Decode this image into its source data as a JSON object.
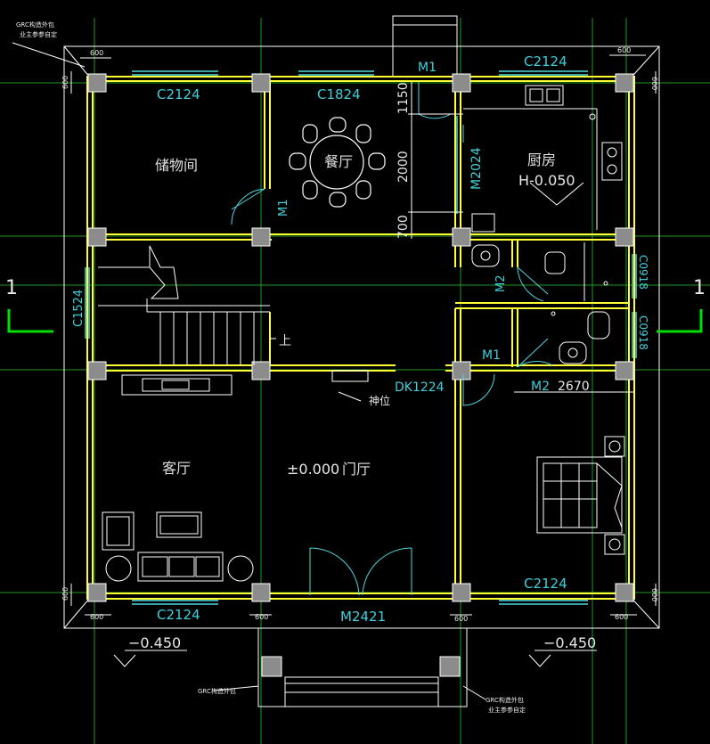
{
  "colors": {
    "background": "#000000",
    "wall": "#ffff33",
    "column": "#9a9a9a",
    "window": "#4fd8e0",
    "grid": "#1f9a1f",
    "axis_marker": "#00e000",
    "furniture": "#ffffff",
    "dimension": "#ffffff",
    "label_cyan": "#3fd0dc",
    "label_white": "#e8e8e8"
  },
  "notes": {
    "top_left_line1": "GRC构造外包",
    "top_left_line2": "业主参参自定",
    "bottom_left": "GRC构造外包",
    "bottom_right_line1": "GRC构造外包",
    "bottom_right_line2": "业主参参自定"
  },
  "rooms": {
    "storage": "储物间",
    "dining": "餐厅",
    "kitchen": "厨房",
    "kitchen_elev": "H-0.050",
    "living": "客厅",
    "hall_elev": "±0.000",
    "hall": "门厅",
    "shrine": "神位",
    "stair_up": "上"
  },
  "openings": {
    "c2124_top_left": "C2124",
    "c1824": "C1824",
    "m1_top": "M1",
    "c2124_top_right": "C2124",
    "m1_storage": "M1",
    "m2024": "M2024",
    "c1524": "C1524",
    "m2_toilet": "M2",
    "c0918_upper": "C0918",
    "c0918_lower": "C0918",
    "m1_bath": "M1",
    "dk1224": "DK1224",
    "m2_bedroom": "M2",
    "c2124_bottom_right": "C2124",
    "c2124_bottom_left": "C2124",
    "m2421": "M2421"
  },
  "dims": {
    "d1150": "1150",
    "d2000": "2000",
    "d700": "700",
    "d2670": "2670",
    "d600_tl_h": "600",
    "d600_tl_v": "600",
    "d600_tr_h": "600",
    "d600_tr_v": "600",
    "d600_bl_v": "600",
    "d600_bl_h": "600",
    "d600_bm1": "600",
    "d600_bm2": "600",
    "d600_br_h": "600",
    "d600_br_v": "600"
  },
  "levels": {
    "left": "−0.450",
    "right": "−0.450"
  },
  "section_markers": {
    "left": "1",
    "right": "1"
  }
}
